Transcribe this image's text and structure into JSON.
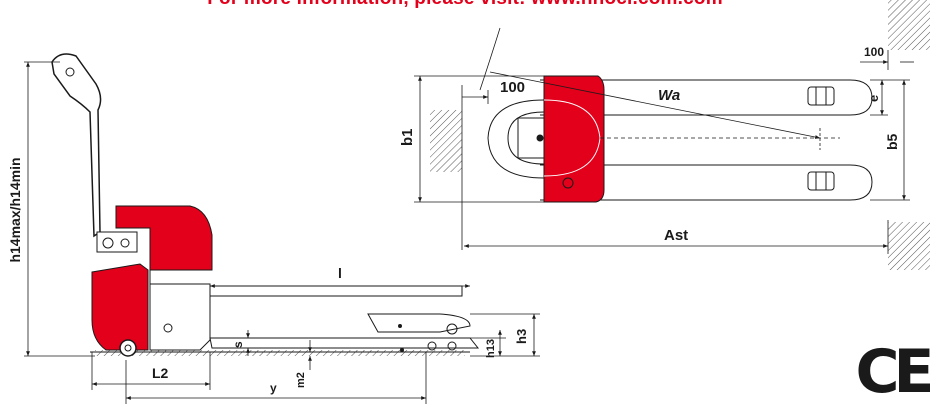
{
  "banner": {
    "text": "For more information, please visit: www.hnocl.com.com",
    "color": "#e3001b"
  },
  "colors": {
    "brand_red": "#e3001b",
    "line": "#1a1a1a",
    "hatch": "#555555"
  },
  "labels": {
    "h14": "h14max/h14min",
    "l": "l",
    "s": "s",
    "l2": "L2",
    "y": "y",
    "m2": "m2",
    "h13": "h13",
    "h3": "h3",
    "b1": "b1",
    "b5": "b5",
    "e": "e",
    "wa": "Wa",
    "ast": "Ast",
    "dim100_left": "100",
    "dim100_right": "100"
  },
  "logo": {
    "mark": "CE"
  }
}
